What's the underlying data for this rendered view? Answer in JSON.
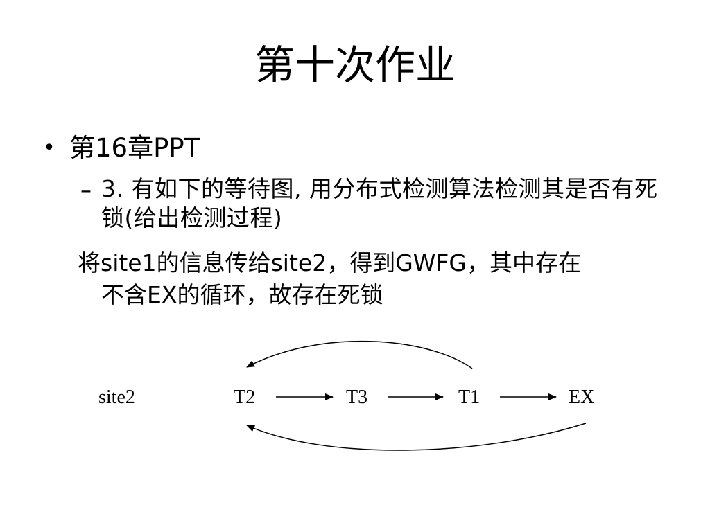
{
  "title": "第十次作业",
  "bullet": {
    "marker": "•",
    "text": "第16章PPT"
  },
  "sub_item": {
    "marker": "–",
    "text": "3. 有如下的等待图, 用分布式检测算法检测其是否有死锁(给出检测过程)"
  },
  "answer": {
    "line1": "将site1的信息传给site2，得到GWFG，其中存在",
    "line2": "不含EX的循环，故存在死锁"
  },
  "graph": {
    "site_label": "site2",
    "nodes": [
      "T2",
      "T3",
      "T1",
      "EX"
    ]
  }
}
